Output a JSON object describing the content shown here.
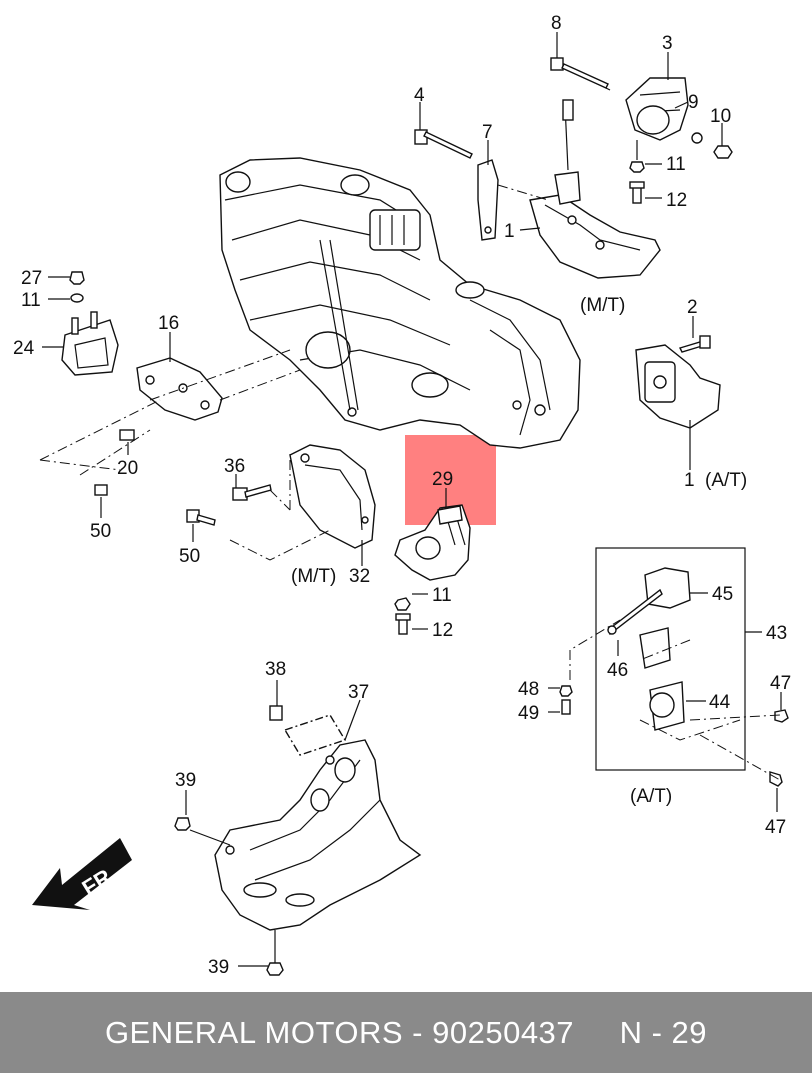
{
  "highlight_color": "#ff8080",
  "callouts": {
    "c8": "8",
    "c3": "3",
    "c4": "4",
    "c9": "9",
    "c10": "10",
    "c7": "7",
    "c11a": "11",
    "c12a": "12",
    "c1a": "1",
    "mt1": "(M/T)",
    "c2": "2",
    "c1b": "1",
    "at1": "(A/T)",
    "c27": "27",
    "c11b": "11",
    "c24": "24",
    "c16": "16",
    "c20": "20",
    "c50a": "50",
    "c36": "36",
    "c29": "29",
    "c50b": "50",
    "mt2": "(M/T)",
    "c32": "32",
    "c11c": "11",
    "c12b": "12",
    "c45": "45",
    "c43": "43",
    "c46": "46",
    "c48": "48",
    "c49": "49",
    "c44": "44",
    "c47a": "47",
    "c47b": "47",
    "at2": "(A/T)",
    "c38": "38",
    "c37": "37",
    "c39a": "39",
    "c39b": "39",
    "fr": "FR"
  },
  "footer": {
    "brand": "GENERAL MOTORS",
    "sep": " - ",
    "part_number": "90250437",
    "gap": "     ",
    "ref": "N - 29"
  }
}
